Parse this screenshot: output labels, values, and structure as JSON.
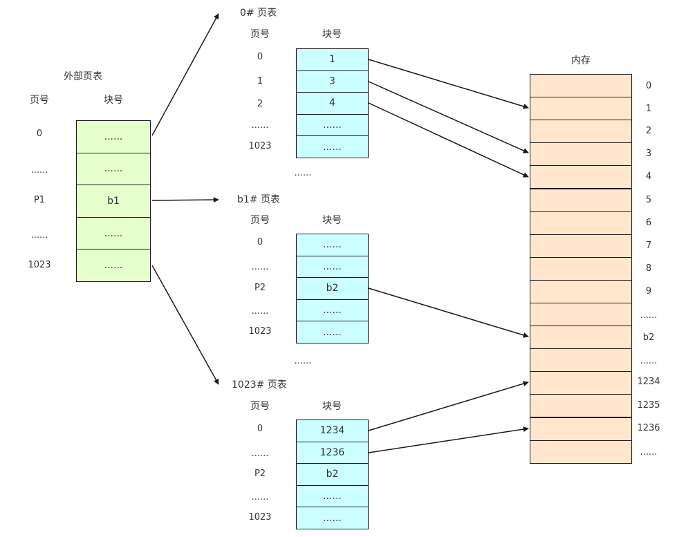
{
  "outer_table": {
    "title": "外部页表",
    "col_page": "页号",
    "col_block": "块号",
    "page_numbers": [
      "0",
      "......",
      "P1",
      "......",
      "1023"
    ],
    "blocks": [
      "......",
      "......",
      "b1",
      "......",
      "......"
    ]
  },
  "table0": {
    "title": "0# 页表",
    "col_page": "页号",
    "col_block": "块号",
    "page_numbers": [
      "0",
      "1",
      "2",
      "......",
      "1023"
    ],
    "blocks": [
      "1",
      "3",
      "4",
      "......",
      "......"
    ],
    "ellipsis_below": "......"
  },
  "table_b1": {
    "title": "b1# 页表",
    "col_page": "页号",
    "col_block": "块号",
    "page_numbers": [
      "0",
      "......",
      "P2",
      "......",
      "1023"
    ],
    "blocks": [
      "......",
      "......",
      "b2",
      "......",
      "......"
    ],
    "ellipsis_below": "......"
  },
  "table1023": {
    "title": "1023# 页表",
    "col_page": "页号",
    "col_block": "块号",
    "page_numbers": [
      "0",
      "......",
      "P2",
      "......",
      "1023"
    ],
    "blocks": [
      "1234",
      "1236",
      "b2",
      "......",
      "......"
    ]
  },
  "memory": {
    "title": "内存",
    "labels": [
      "0",
      "1",
      "2",
      "3",
      "4",
      "5",
      "6",
      "7",
      "8",
      "9",
      "......",
      "b2",
      "......",
      "1234",
      "1235",
      "1236",
      "......"
    ]
  },
  "colors": {
    "outer_fill": "#e6ffcc",
    "table_fill": "#ccffff",
    "memory_fill": "#ffe6cc",
    "stroke": "#1a1a1a"
  }
}
